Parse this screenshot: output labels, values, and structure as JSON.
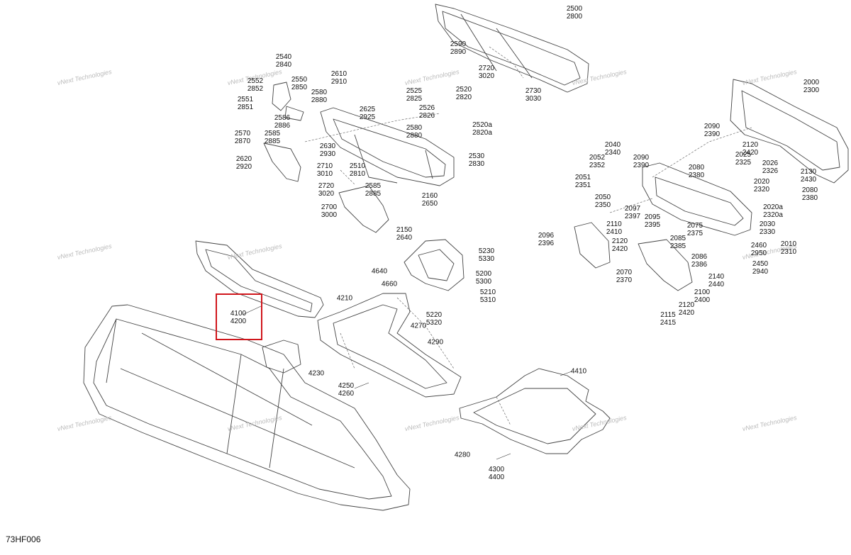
{
  "diagram_code": "73HF006",
  "highlight_color": "#d0161c",
  "watermark": {
    "line1": "vNext Technologies",
    "line2": "Technologies"
  },
  "callouts": {
    "c2500": [
      "2500",
      "2800"
    ],
    "c2590": [
      "2590",
      "2890"
    ],
    "c2720a": [
      "2720",
      "3020"
    ],
    "c2730": [
      "2730",
      "3030"
    ],
    "c2540": [
      "2540",
      "2840"
    ],
    "c2552": [
      "2552",
      "2852"
    ],
    "c2550": [
      "2550",
      "2850"
    ],
    "c2551": [
      "2551",
      "2851"
    ],
    "c2586": [
      "2586",
      "2886"
    ],
    "c2585a": [
      "2585",
      "2885"
    ],
    "c2570": [
      "2570",
      "2870"
    ],
    "c2620": [
      "2620",
      "2920"
    ],
    "c2610": [
      "2610",
      "2910"
    ],
    "c2580a": [
      "2580",
      "2880"
    ],
    "c2625": [
      "2625",
      "2925"
    ],
    "c2630": [
      "2630",
      "2930"
    ],
    "c2525": [
      "2525",
      "2825"
    ],
    "c2520": [
      "2520",
      "2820"
    ],
    "c2526": [
      "2526",
      "2826"
    ],
    "c2520a": [
      "2520a",
      "2820a"
    ],
    "c2580b": [
      "2580",
      "2880"
    ],
    "c2530": [
      "2530",
      "2830"
    ],
    "c2710": [
      "2710",
      "3010"
    ],
    "c2510": [
      "2510",
      "2810"
    ],
    "c2720b": [
      "2720",
      "3020"
    ],
    "c2585b": [
      "2585",
      "2885"
    ],
    "c2160": [
      "2160",
      "2650"
    ],
    "c2700": [
      "2700",
      "3000"
    ],
    "c2150": [
      "2150",
      "2640"
    ],
    "c2000": [
      "2000",
      "2300"
    ],
    "c2090a": [
      "2090",
      "2390"
    ],
    "c2120a": [
      "2120",
      "2420"
    ],
    "c2040": [
      "2040",
      "2340"
    ],
    "c2052": [
      "2052",
      "2352"
    ],
    "c2090b": [
      "2090",
      "2390"
    ],
    "c2080a": [
      "2080",
      "2380"
    ],
    "c2025": [
      "2025",
      "2325"
    ],
    "c2026": [
      "2026",
      "2326"
    ],
    "c2130": [
      "2130",
      "2430"
    ],
    "c2051": [
      "2051",
      "2351"
    ],
    "c2020": [
      "2020",
      "2320"
    ],
    "c2080b": [
      "2080",
      "2380"
    ],
    "c2050": [
      "2050",
      "2350"
    ],
    "c2097": [
      "2097",
      "2397"
    ],
    "c2020a": [
      "2020a",
      "2320a"
    ],
    "c2110": [
      "2110",
      "2410"
    ],
    "c2095": [
      "2095",
      "2395"
    ],
    "c2075": [
      "2075",
      "2375"
    ],
    "c2030": [
      "2030",
      "2330"
    ],
    "c2096": [
      "2096",
      "2396"
    ],
    "c2120b": [
      "2120",
      "2420"
    ],
    "c2085": [
      "2085",
      "2385"
    ],
    "c2010": [
      "2010",
      "2310"
    ],
    "c2460": [
      "2460",
      "2950"
    ],
    "c2086": [
      "2086",
      "2386"
    ],
    "c2450": [
      "2450",
      "2940"
    ],
    "c2070": [
      "2070",
      "2370"
    ],
    "c2140": [
      "2140",
      "2440"
    ],
    "c2100": [
      "2100",
      "2400"
    ],
    "c2120c": [
      "2120",
      "2420"
    ],
    "c2115": [
      "2115",
      "2415"
    ],
    "c5230": [
      "5230",
      "5330"
    ],
    "c5200": [
      "5200",
      "5300"
    ],
    "c5210": [
      "5210",
      "5310"
    ],
    "c5220": [
      "5220",
      "5320"
    ],
    "c4640": [
      "4640"
    ],
    "c4660": [
      "4660"
    ],
    "c4210": [
      "4210"
    ],
    "c4100": [
      "4100",
      "4200"
    ],
    "c4270": [
      "4270"
    ],
    "c4290": [
      "4290"
    ],
    "c4230": [
      "4230"
    ],
    "c4250": [
      "4250",
      "4260"
    ],
    "c4410": [
      "4410"
    ],
    "c4280": [
      "4280"
    ],
    "c4300": [
      "4300",
      "4400"
    ]
  }
}
